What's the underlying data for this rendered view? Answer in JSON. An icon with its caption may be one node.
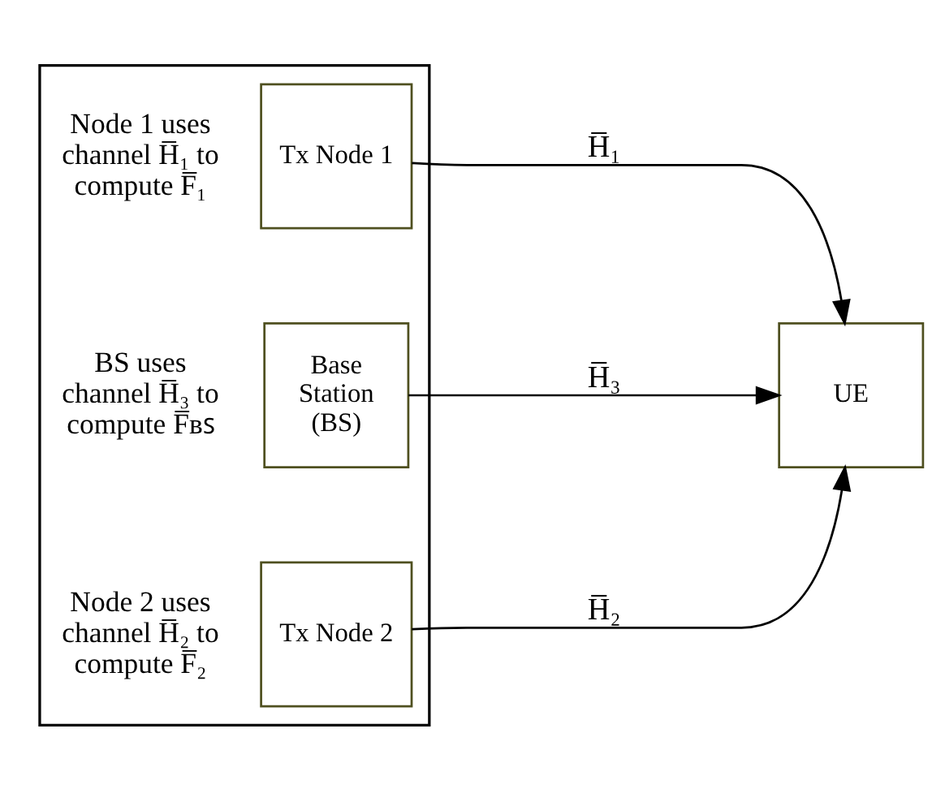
{
  "diagram": {
    "nodes": [
      {
        "text": [],
        "shape": "box"
      },
      {
        "text": [
          "Tx Node 1"
        ],
        "in": 0,
        "beside": [
          "Node 1 uses channel H̅₁ to compute F̅₁"
        ]
      },
      {
        "text": [
          "Base Station (BS)"
        ],
        "in": 0,
        "beside": [
          "BS uses channel H̅₃ to compute F̅ʙꜱ"
        ]
      },
      {
        "text": [
          "Tx Node 2"
        ],
        "in": 0,
        "beside": [
          "Node 2 uses channel H̅₂ to compute F̅₂"
        ]
      },
      {
        "text": [
          "UE"
        ]
      }
    ],
    "edges": [
      {
        "from": 1,
        "to": 4,
        "arrow": "to",
        "label": "H̅₁"
      },
      {
        "from": 2,
        "to": 4,
        "arrow": "to",
        "label": "H̅₃"
      },
      {
        "from": 3,
        "to": 4,
        "arrow": "to",
        "label": "H̅₂"
      }
    ]
  }
}
